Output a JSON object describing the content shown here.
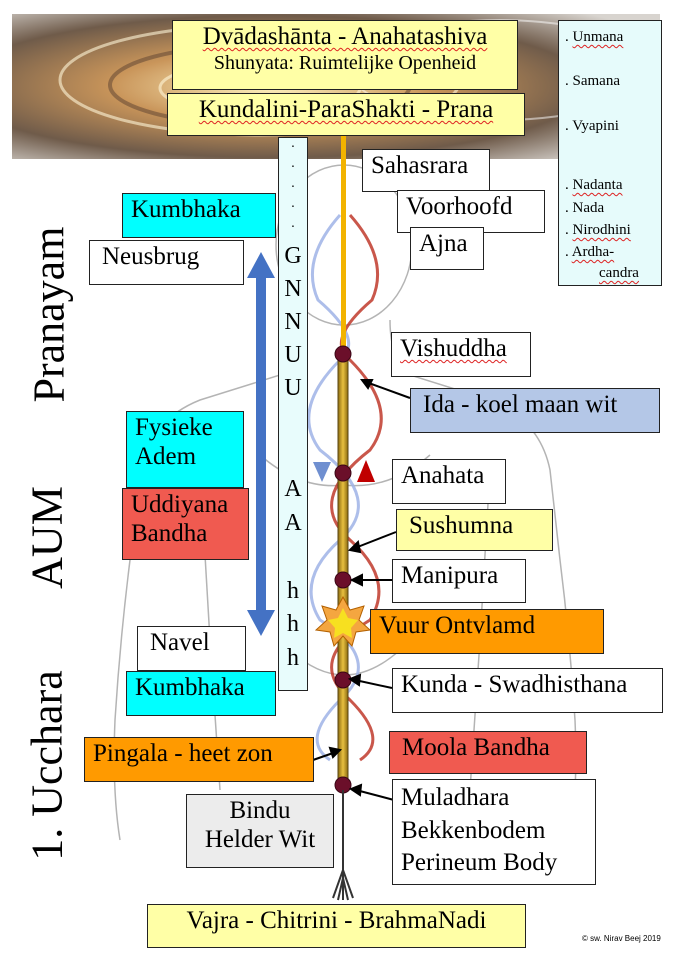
{
  "top": {
    "title": "Dvādashānta - Anahatashiva",
    "subtitle": "Shunyata: Ruimtelijke Openheid",
    "kundalini": "Kundalini-ParaShakti - Prana"
  },
  "side_levels": [
    "Unmana",
    "Samana",
    "Vyapini",
    "Nadanta",
    "Nada",
    "Nirodhini",
    "Ardha-",
    "candra"
  ],
  "vertical_titles": {
    "pranayam": "Pranayam",
    "aum": "AUM",
    "ucchara": "1. Ucchara"
  },
  "column_letters": [
    "G",
    "N",
    "N",
    "U",
    "U",
    "A",
    "A",
    "h",
    "h",
    "h"
  ],
  "left_labels": {
    "kumbhaka_top": "Kumbhaka",
    "neusbrug": "Neusbrug",
    "fysieke": "Fysieke",
    "adem": "Adem",
    "uddiyana": "Uddiyana",
    "bandha": "Bandha",
    "navel": "Navel",
    "kumbhaka_bottom": "Kumbhaka",
    "pingala": "Pingala - heet zon",
    "bindu1": "Bindu",
    "bindu2": "Helder Wit"
  },
  "right_labels": {
    "sahasrara": "Sahasrara",
    "voorhoofd": "Voorhoofd",
    "ajna": "Ajna",
    "vishuddha": "Vishuddha",
    "ida": "Ida - koel maan wit",
    "anahata": "Anahata",
    "sushumna": "Sushumna",
    "manipura": "Manipura",
    "vuur": "Vuur Ontvlamd",
    "kunda": "Kunda - Swadhisthana",
    "moola": "Moola Bandha",
    "muladhara1": "Muladhara",
    "muladhara2": "Bekkenbodem",
    "muladhara3": "Perineum Body"
  },
  "bottom": {
    "vajra": "Vajra - Chitrini - BrahmaNadi"
  },
  "copyright": "© sw. Nirav Beej 2019",
  "colors": {
    "yellow_box": "#ffffa6",
    "cyan_box": "#00ffff",
    "orange_box": "#ff9a00",
    "red_box": "#f05a50",
    "blue_box": "#b4c7e7",
    "chakra": "#6b0f2a",
    "sushumna_rod": "#c8a020",
    "pingala_line": "#c0392b",
    "ida_line": "#9fb3e6"
  }
}
